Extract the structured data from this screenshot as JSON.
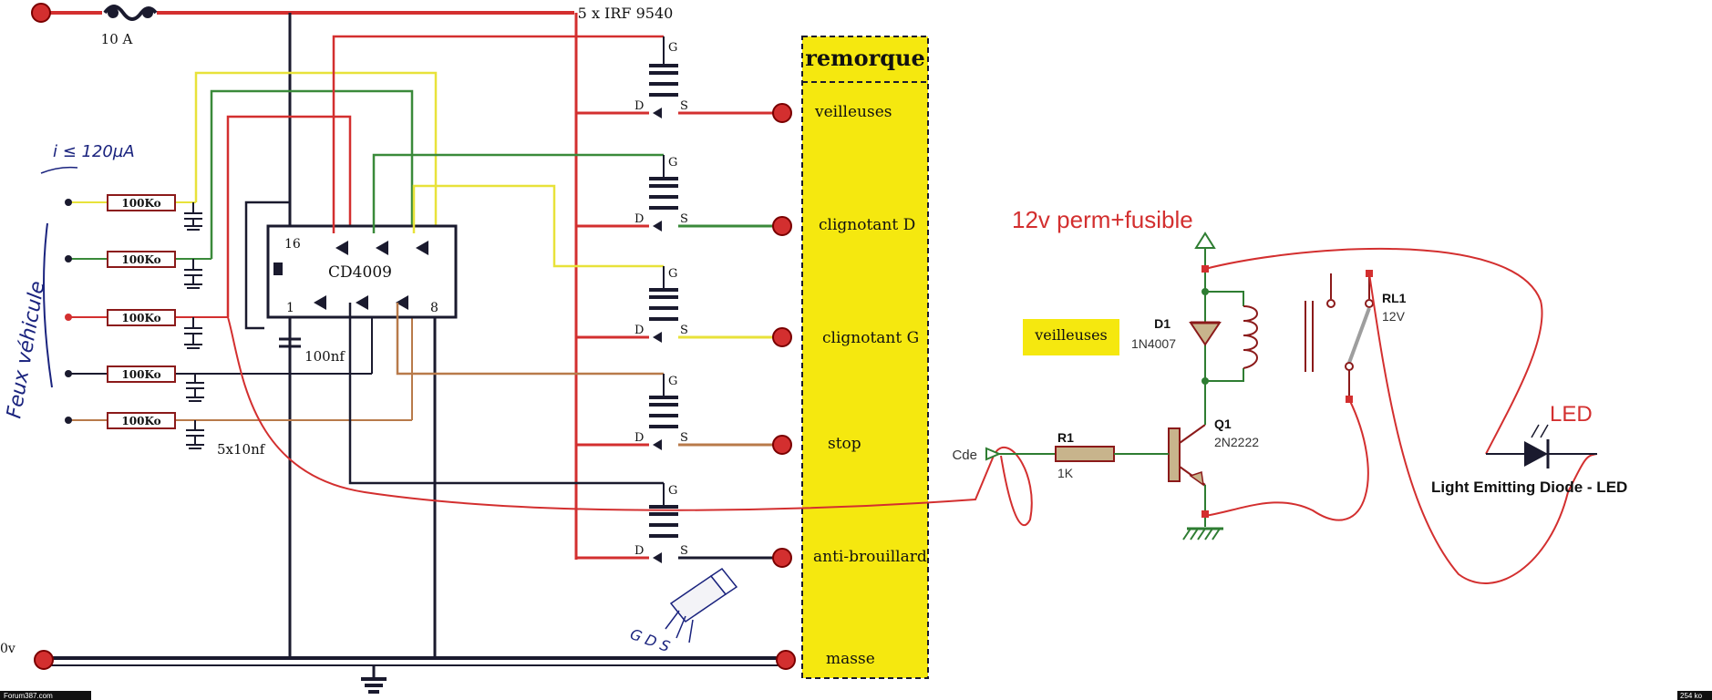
{
  "header": {
    "fuse_label": "10 A",
    "mosfet_label": "5 x IRF 9540",
    "zero_v_label": "0v"
  },
  "inputs": {
    "current_note": "i ≤ 120µA",
    "vertical_note": "Feux véhicule",
    "resistor_label": "100Ko",
    "capacitor_group_label": "5x10nf"
  },
  "ic": {
    "name": "CD4009",
    "pin16": "16",
    "pin1": "1",
    "pin8": "8",
    "decoupling_cap": "100nf"
  },
  "mosfet": {
    "gate": "G",
    "drain": "D",
    "source": "S"
  },
  "remorque": {
    "title": "remorque",
    "outputs": [
      "veilleuses",
      "clignotant D",
      "clignotant G",
      "stop",
      "anti-brouillard",
      "masse"
    ]
  },
  "package_sketch": {
    "pins": "G D S"
  },
  "relay_circuit": {
    "supply_label": "12v perm+fusible",
    "highlight_label": "veilleuses",
    "diode_ref": "D1",
    "diode_part": "1N4007",
    "relay_ref": "RL1",
    "relay_voltage": "12V",
    "transistor_ref": "Q1",
    "transistor_part": "2N2222",
    "resistor_ref": "R1",
    "resistor_value": "1K",
    "command_label": "Cde",
    "led_label": "LED",
    "led_caption": "Light Emitting Diode - LED"
  },
  "footer": {
    "left_watermark": "Forum387.com",
    "right_tag": "254 ko"
  },
  "colors": {
    "red_wire": "#d32f2f",
    "black_wire": "#1a1a2e",
    "yellow_wire": "#e8e23a",
    "green_wire": "#3a8a3a",
    "brown_wire": "#b87a4a",
    "remorque_fill": "#f5e80f",
    "component_fill": "#c8b48c",
    "component_stroke": "#8b1a1a",
    "ground_green": "#2e7d32",
    "terminal_red": "#d32f2f"
  }
}
